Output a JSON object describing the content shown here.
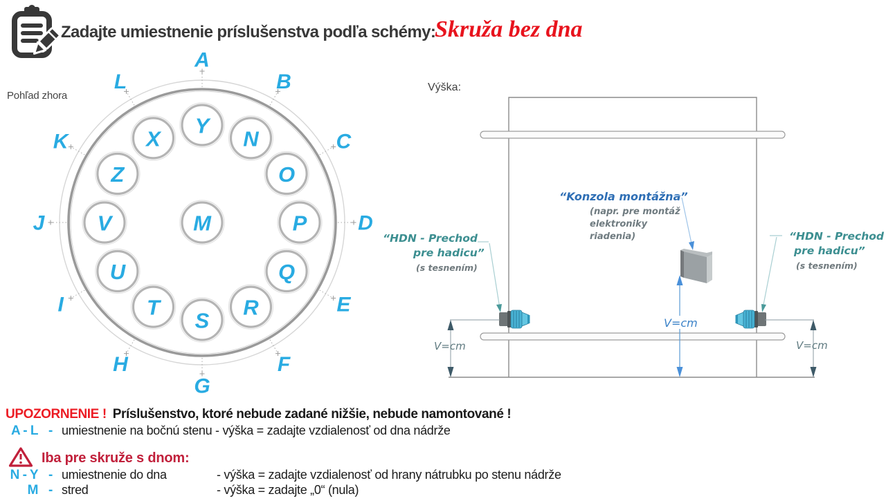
{
  "header": {
    "icon": "clipboard-pencil-icon",
    "title": "Zadajte umiestnenie príslušenstva podľa schémy:",
    "scheme_name": "Skruža bez dna"
  },
  "top_view": {
    "label": "Pohľad zhora",
    "outer_positions": [
      "A",
      "B",
      "C",
      "D",
      "E",
      "F",
      "G",
      "H",
      "I",
      "J",
      "K",
      "L"
    ],
    "inner_positions": [
      "Y",
      "N",
      "O",
      "P",
      "Q",
      "R",
      "S",
      "T",
      "U",
      "V",
      "Z",
      "X"
    ],
    "center_position": "M",
    "accent_color": "#29abe2"
  },
  "side_view": {
    "label": "Výška:",
    "konzola": {
      "title": "“Konzola montážna”",
      "note1": "(napr. pre montáž",
      "note2": "elektroniky",
      "note3": "riadenia)"
    },
    "hdn_left": {
      "line1": "“HDN - Prechod",
      "line2": "pre hadicu”",
      "note": "(s tesnením)"
    },
    "hdn_right": {
      "line1": "“HDN - Prechod",
      "line2": "pre hadicu”",
      "note": "(s tesnením)"
    },
    "v_label_left": "V=cm",
    "v_label_center": "V=cm",
    "v_label_right": "V=cm"
  },
  "notes": {
    "warning_title": "UPOZORNENIE !",
    "warning_text": "Príslušenstvo, ktoré nebude zadané nižšie, nebude namontované !",
    "row_al": {
      "key": "A - L",
      "dash": "-",
      "desc": "umiestnenie na bočnú stenu - výška = zadajte vzdialenosť od dna nádrže"
    },
    "subwarning": "Iba pre skruže s dnom:",
    "row_ny": {
      "key": "N - Y",
      "dash": "-",
      "desc": "umiestnenie do dna",
      "desc2": "- výška = zadajte vzdialenosť od hrany nátrubku po stenu nádrže"
    },
    "row_m": {
      "key": "M",
      "dash": "-",
      "desc": "stred",
      "desc2": "- výška = zadajte „0“ (nula)"
    }
  },
  "colors": {
    "accent_blue": "#29abe2",
    "warning_red": "#ec1c24",
    "subwarning_crimson": "#c1203b",
    "scheme_red": "#e8131d",
    "annotation_teal": "#3d8f91",
    "annotation_blue": "#2f6fb5"
  }
}
